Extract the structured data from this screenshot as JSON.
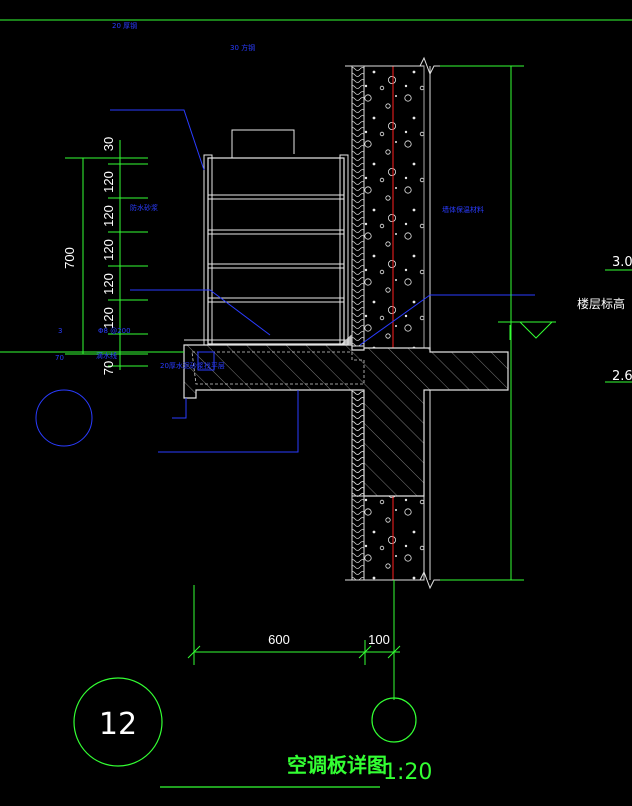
{
  "annotations": {
    "top_note": "20 厚钢",
    "top_note_2": "30 方钢",
    "left_mid_1": "防水砂浆",
    "left_mid_2": "Φ8 @200",
    "left_bottom_1": "20厚水泥砂浆找平层",
    "left_bottom_2": "滴水线",
    "wall_note": "墙体保温材料",
    "left_small_3": "3",
    "left_small_70": "70"
  },
  "dimensions": {
    "vertical_total": "700",
    "vertical_segments": [
      "30",
      "120",
      "120",
      "120",
      "120",
      "120"
    ],
    "bottom_segment": "70",
    "horizontal": [
      "600",
      "100"
    ]
  },
  "levels": {
    "upper": "3.0",
    "lower": "2.6",
    "floor_label": "楼层标高"
  },
  "title": {
    "number": "12",
    "text": "空调板详图",
    "scale": "1:20"
  },
  "colors": {
    "background": "#000000",
    "line_white": "#ffffff",
    "line_green": "#33ff33",
    "line_blue": "#2a3cff",
    "line_red": "#ff2020",
    "hatch_gray": "#9a9a9a"
  }
}
